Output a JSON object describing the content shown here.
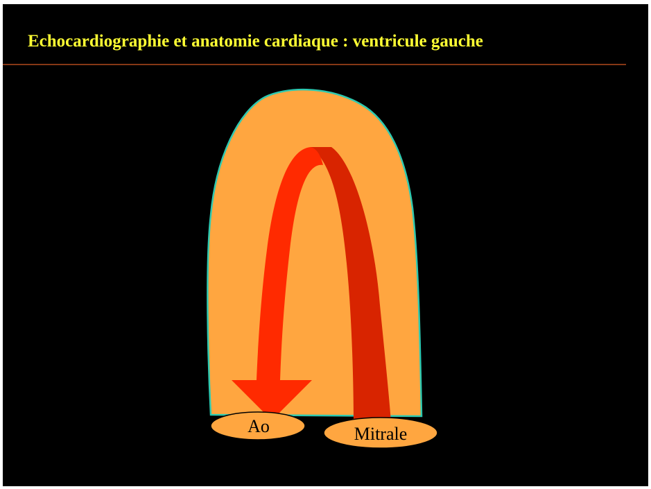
{
  "slide": {
    "title": "Echocardiographie et anatomie cardiaque : ventricule gauche",
    "labels": {
      "aorta": "Ao",
      "mitral": "Mitrale"
    }
  },
  "colors": {
    "background": "#000000",
    "title": "#ffff33",
    "title_rule": "#b24a1e",
    "ventricle_fill": "#ffa640",
    "ventricle_outline": "#2ec9b0",
    "flow_arrow_front": "#ff2a00",
    "flow_arrow_back": "#d82400",
    "valve_fill": "#ffa640",
    "valve_text": "#000000"
  }
}
